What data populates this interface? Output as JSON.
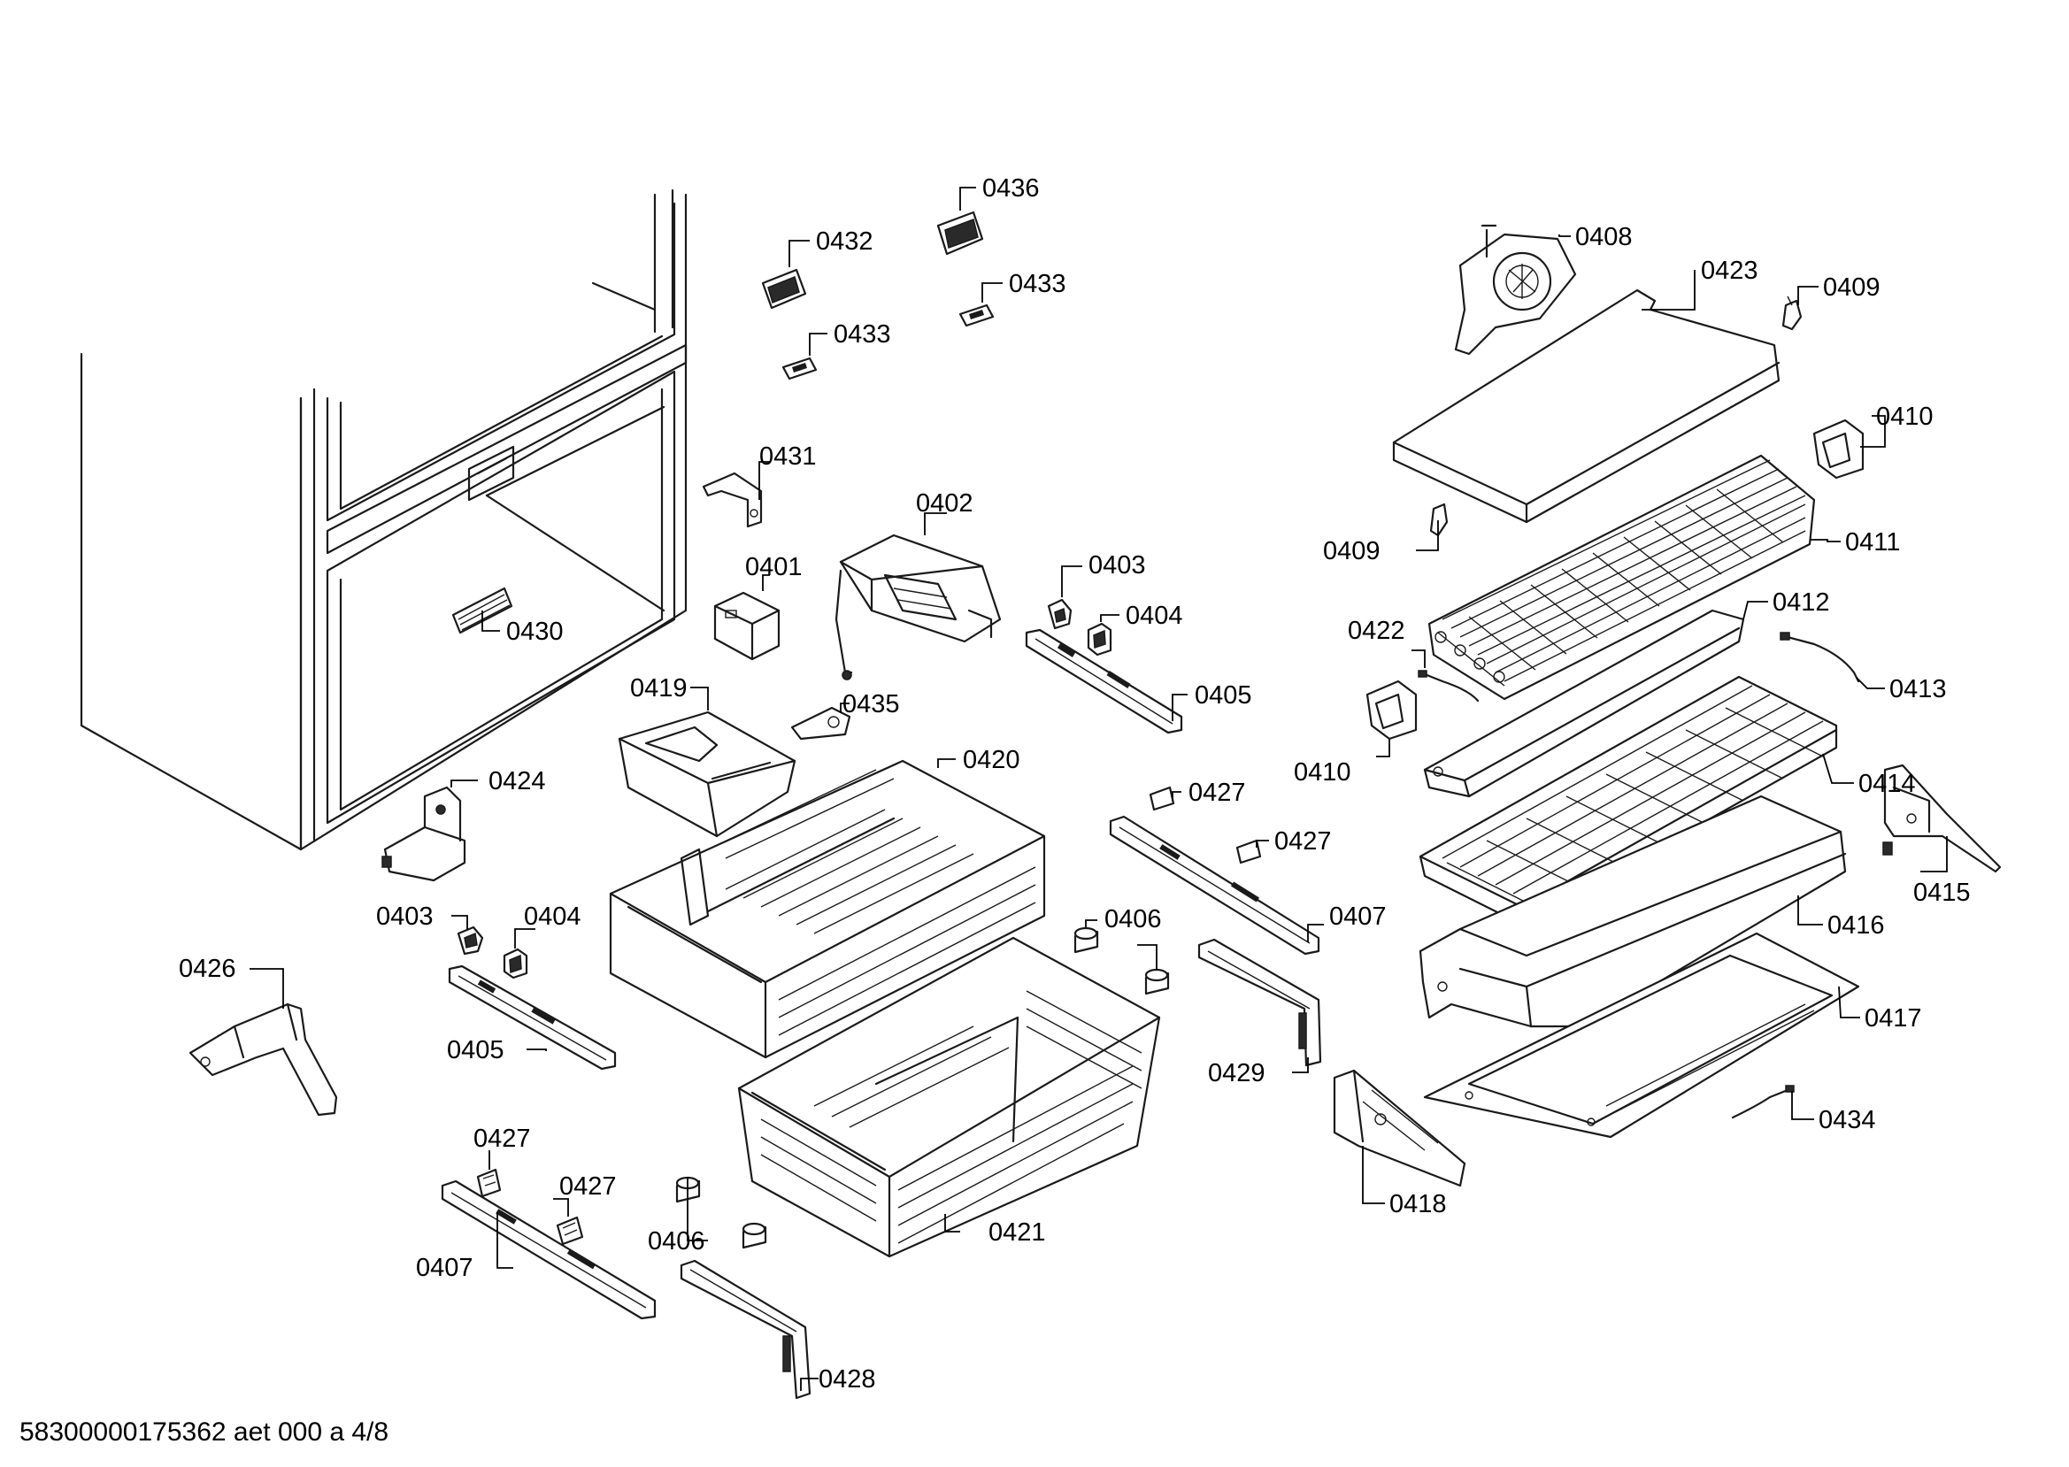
{
  "labels": {
    "p0402": "0402",
    "p0436": "0436",
    "p0432": "0432",
    "p0433a": "0433",
    "p0433b": "0433",
    "p0431": "0431",
    "p0401": "0401",
    "p0403a": "0403",
    "p0404a": "0404",
    "p0405a": "0405",
    "p0430": "0430",
    "p0419": "0419",
    "p0435": "0435",
    "p0420": "0420",
    "p0424": "0424",
    "p0403b": "0403",
    "p0404b": "0404",
    "p0405b": "0405",
    "p0426": "0426",
    "p0406a": "0406",
    "p0427a": "0427",
    "p0427b": "0427",
    "p0407a": "0407",
    "p0429": "0429",
    "p0427c": "0427",
    "p0427d": "0427",
    "p0406b": "0406",
    "p0407b": "0407",
    "p0421": "0421",
    "p0428": "0428",
    "p0408": "0408",
    "p0423": "0423",
    "p0409a": "0409",
    "p0410a": "0410",
    "p0409b": "0409",
    "p0411": "0411",
    "p0422": "0422",
    "p0412": "0412",
    "p0413": "0413",
    "p0410b": "0410",
    "p0414": "0414",
    "p0415": "0415",
    "p0416": "0416",
    "p0417": "0417",
    "p0434": "0434",
    "p0418": "0418"
  },
  "footer": {
    "text": "58300000175362 aet 000 a 4/8"
  }
}
